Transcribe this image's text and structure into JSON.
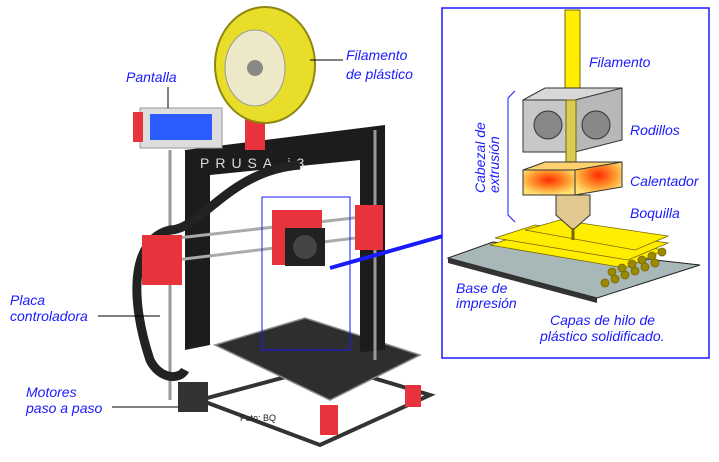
{
  "printer_labels": {
    "pantalla": "Pantalla",
    "filamento_plastico_1": "Filamento",
    "filamento_plastico_2": "de plástico",
    "placa_1": "Placa",
    "placa_2": "controladora",
    "motores_1": "Motores",
    "motores_2": "paso a paso",
    "credit": "Foto: BQ",
    "frame_brand": "PRUSA i3"
  },
  "detail_labels": {
    "filamento": "Filamento",
    "cabezal_1": "Cabezal de",
    "cabezal_2": "extrusión",
    "rodillos": "Rodillos",
    "calentador": "Calentador",
    "boquilla": "Boquilla",
    "base_1": "Base de",
    "base_2": "impresión",
    "capas_1": "Capas de hilo de",
    "capas_2": "plástico solidificado."
  },
  "colors": {
    "label": "#1a1aff",
    "filament": "#ffee00",
    "frame": "#1c1c1c",
    "parts": "#e8323c"
  }
}
